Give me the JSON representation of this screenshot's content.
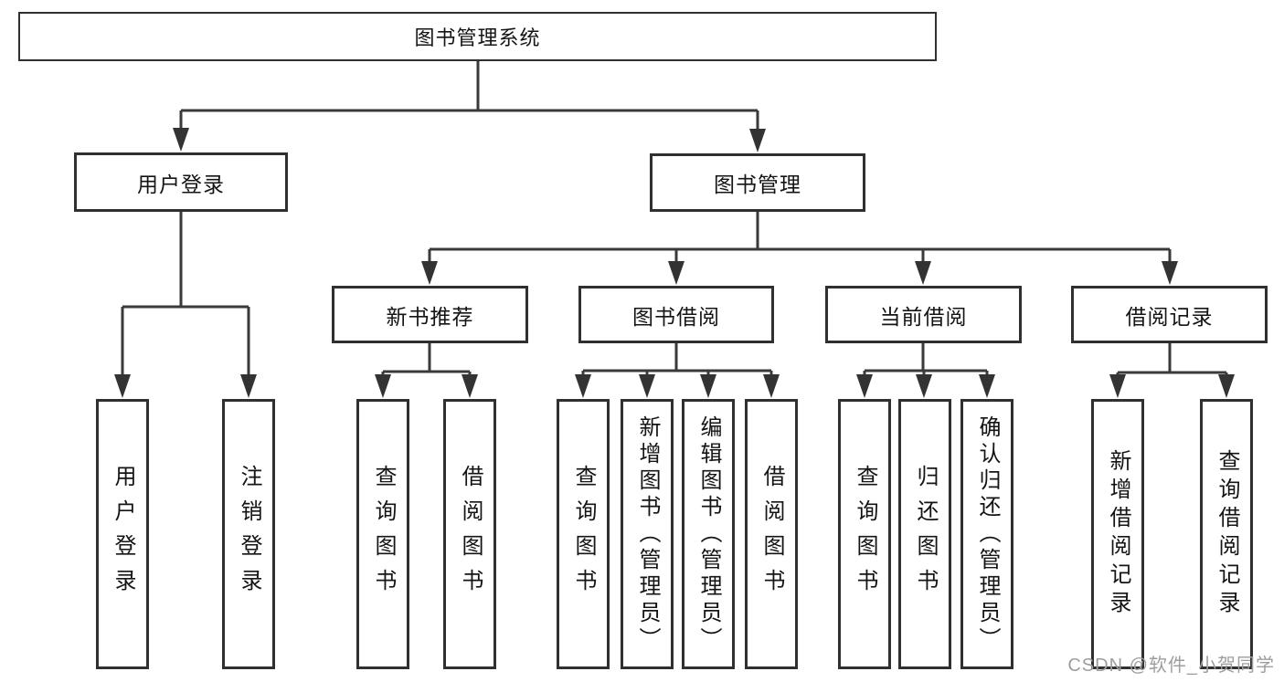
{
  "diagram": {
    "root": {
      "label": "图书管理系统"
    },
    "branches": [
      {
        "label": "用户登录",
        "children": [
          {
            "label": "用户登录"
          },
          {
            "label": "注销登录"
          }
        ]
      },
      {
        "label": "图书管理",
        "children": [
          {
            "label": "新书推荐",
            "children": [
              {
                "label": "查询图书"
              },
              {
                "label": "借阅图书"
              }
            ]
          },
          {
            "label": "图书借阅",
            "children": [
              {
                "label": "查询图书"
              },
              {
                "label": "新增图书（管理员）"
              },
              {
                "label": "编辑图书（管理员）"
              },
              {
                "label": "借阅图书"
              }
            ]
          },
          {
            "label": "当前借阅",
            "children": [
              {
                "label": "查询图书"
              },
              {
                "label": "归还图书"
              },
              {
                "label": "确认归还（管理员）"
              }
            ]
          },
          {
            "label": "借阅记录",
            "children": [
              {
                "label": "新增借阅记录"
              },
              {
                "label": "查询借阅记录"
              }
            ]
          }
        ]
      }
    ]
  },
  "watermark": {
    "text": "CSDN @软件_小贺同学"
  },
  "colors": {
    "background": "#ffffff",
    "line": "#3a3a3a",
    "box_border": "#303030",
    "text": "#141414",
    "watermark": "#9e9e9e"
  }
}
